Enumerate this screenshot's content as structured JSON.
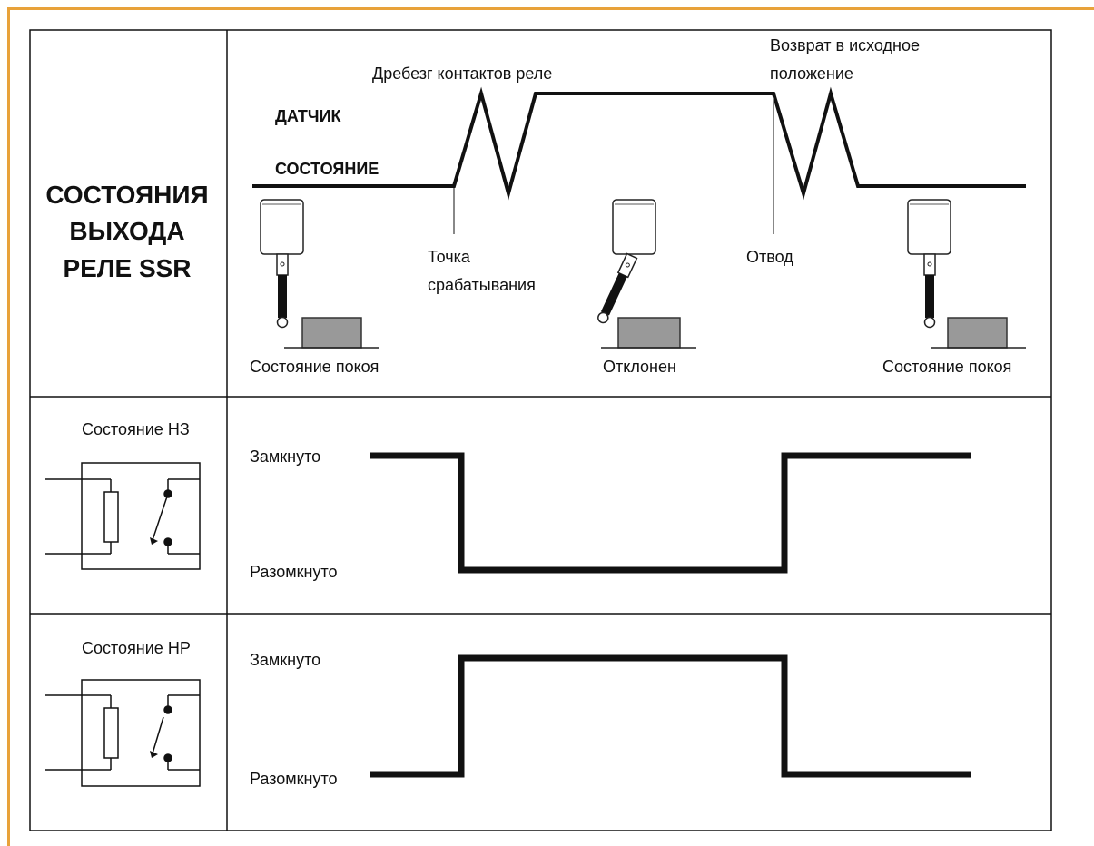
{
  "frame_color": "#e8a23a",
  "row_header": {
    "line1": "СОСТОЯНИЯ",
    "line2": "ВЫХОДА",
    "line3": "РЕЛЕ SSR"
  },
  "sensor": {
    "state_line1": "ДАТЧИК",
    "state_line2": "СОСТОЯНИЕ",
    "bounce_label": "Дребезг контактов реле",
    "return_label_line1": "Возврат в исходное",
    "return_label_line2": "положение",
    "trigger_point_line1": "Точка",
    "trigger_point_line2": "срабатывания",
    "retract_label": "Отвод",
    "rest_state_left": "Состояние покоя",
    "deflected": "Отклонен",
    "rest_state_right": "Состояние покоя"
  },
  "nc": {
    "title": "Состояние НЗ",
    "closed": "Замкнуто",
    "open": "Разомкнуто"
  },
  "no": {
    "title": "Состояние НР",
    "closed": "Замкнуто",
    "open": "Разомкнуто"
  }
}
